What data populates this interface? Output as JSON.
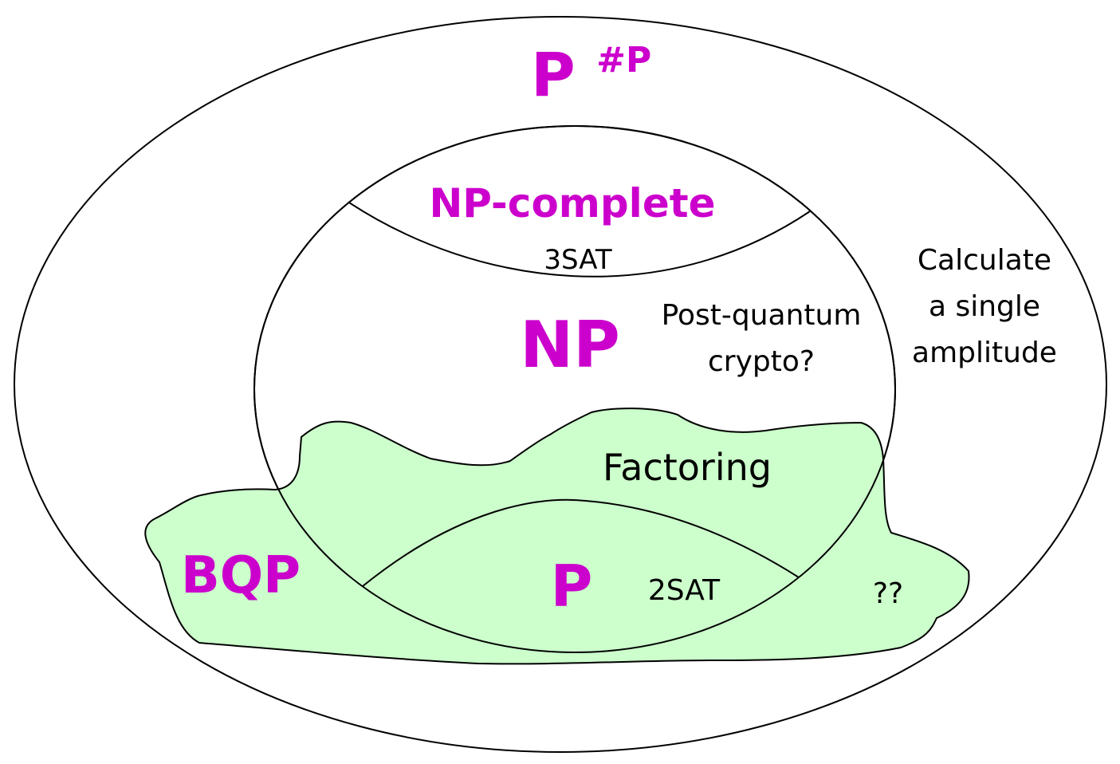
{
  "diagram": {
    "colors": {
      "class_label": "#cc00cc",
      "text": "#000000",
      "outline": "#000000",
      "bqp_fill": "#ccffcc",
      "background": "#ffffff"
    },
    "classes": {
      "p_sharp_p": {
        "base": "P",
        "superscript": "#P"
      },
      "np_complete": "NP-complete",
      "np": "NP",
      "bqp": "BQP",
      "p": "P"
    },
    "problems": {
      "three_sat": "3SAT",
      "post_quantum_line1": "Post-quantum",
      "post_quantum_line2": "crypto?",
      "calculate_line1": "Calculate",
      "calculate_line2": "a single",
      "calculate_line3": "amplitude",
      "factoring": "Factoring",
      "two_sat": "2SAT",
      "unknown": "??"
    }
  }
}
